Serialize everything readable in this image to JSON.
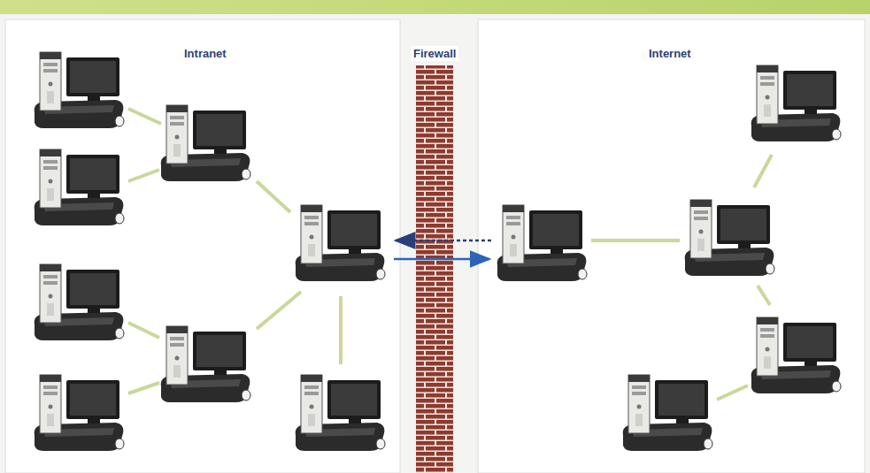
{
  "diagram": {
    "labels": [
      "Intranet",
      "Firewall",
      "Internet"
    ]
  }
}
